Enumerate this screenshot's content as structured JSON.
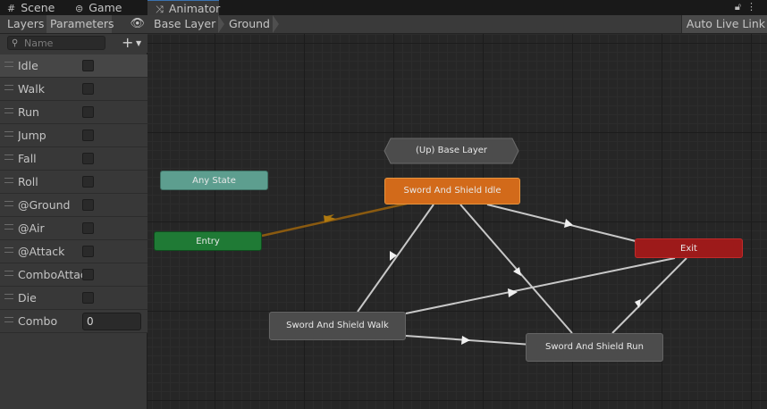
{
  "window_tabs": [
    {
      "icon": "scene-grid-icon",
      "label": "Scene"
    },
    {
      "icon": "gamepad-icon",
      "label": "Game"
    },
    {
      "icon": "animator-icon",
      "label": "Animator"
    }
  ],
  "left_panel": {
    "tabs": [
      "Layers",
      "Parameters"
    ],
    "search_placeholder": "Name",
    "parameters": [
      {
        "name": "Idle",
        "type": "bool"
      },
      {
        "name": "Walk",
        "type": "bool"
      },
      {
        "name": "Run",
        "type": "bool"
      },
      {
        "name": "Jump",
        "type": "bool"
      },
      {
        "name": "Fall",
        "type": "bool"
      },
      {
        "name": "Roll",
        "type": "bool"
      },
      {
        "name": "@Ground",
        "type": "bool"
      },
      {
        "name": "@Air",
        "type": "bool"
      },
      {
        "name": "@Attack",
        "type": "bool"
      },
      {
        "name": "ComboAttac",
        "type": "bool"
      },
      {
        "name": "Die",
        "type": "bool"
      },
      {
        "name": "Combo",
        "type": "int",
        "value": "0"
      }
    ]
  },
  "header": {
    "breadcrumbs": [
      "Base Layer",
      "Ground"
    ],
    "live_link_label": "Auto Live Link"
  },
  "graph": {
    "nodes": {
      "up_base_layer": "(Up) Base Layer",
      "any_state": "Any State",
      "entry": "Entry",
      "idle": "Sword And Shield Idle",
      "exit": "Exit",
      "walk": "Sword And Shield Walk",
      "run": "Sword And Shield Run"
    }
  },
  "colors": {
    "any_state": "#5d9e8f",
    "entry": "#1f7a35",
    "default_state": "#d26a1a",
    "exit": "#9d1a1a",
    "state": "#4c4c4c",
    "transition": "#c8c8c8",
    "default_transition": "#8a5a10"
  }
}
